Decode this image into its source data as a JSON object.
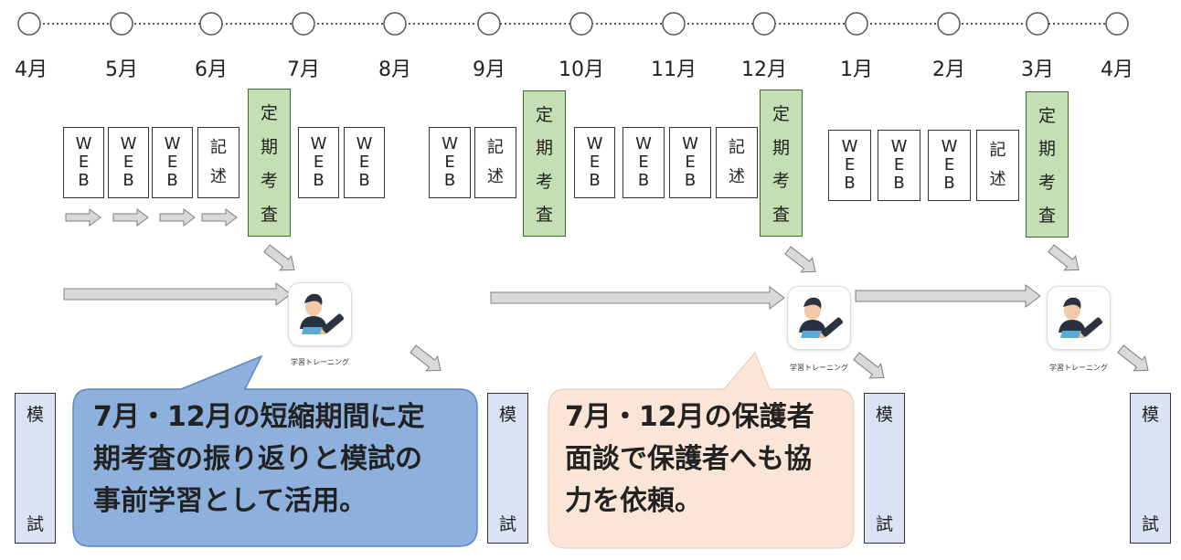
{
  "timeline": {
    "months": [
      "4月",
      "5月",
      "6月",
      "7月",
      "8月",
      "9月",
      "10月",
      "11月",
      "12月",
      "1月",
      "2月",
      "3月",
      "4月"
    ]
  },
  "labels": {
    "web": [
      "W",
      "E",
      "B"
    ],
    "kijutsu": [
      "記",
      "述"
    ],
    "teiki": [
      "定",
      "期",
      "考",
      "査"
    ],
    "moshi": [
      "模",
      "試"
    ],
    "app_name": "学習トレーニング"
  },
  "callouts": {
    "blue": {
      "lines": [
        "7月・12月の短縮期間に定",
        "期考査の振り返りと模試の",
        "事前学習として活用。"
      ]
    },
    "orange": {
      "lines": [
        "7月・12月の保護者",
        "面談で保護者へも協",
        "力を依頼。"
      ]
    }
  },
  "colors": {
    "teiki_fill": "#c5dfb4",
    "moshi_fill": "#dae3f3",
    "blue_callout": "#8eb0dc",
    "orange_callout": "#fbe5d6",
    "arrow_fill": "#d9d9d9"
  }
}
